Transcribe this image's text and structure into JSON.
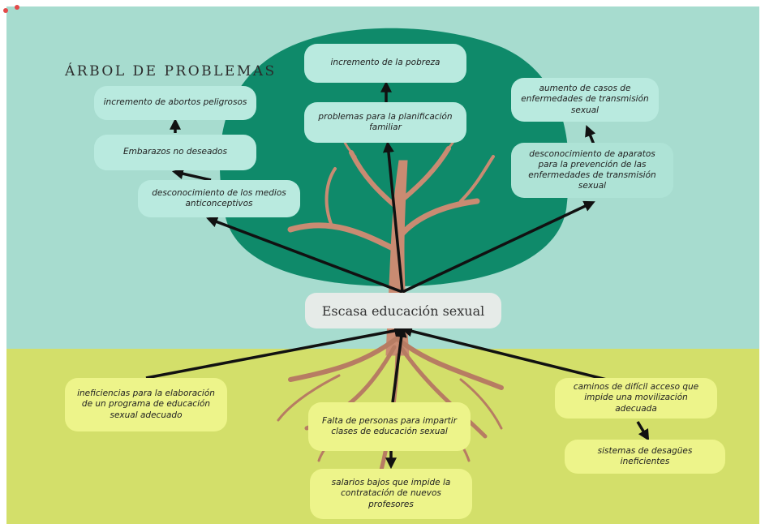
{
  "title": "ÁRBOL DE PROBLEMAS",
  "core_problem": "Escasa educación sexual",
  "effects": {
    "pobreza": "incremento de la pobreza",
    "planificacion": "problemas para la planificación familiar",
    "abortos": "incremento de abortos peligrosos",
    "embarazos": "Embarazos no deseados",
    "anticonceptivos": "desconocimiento de los medios anticonceptivos",
    "ets": "aumento de casos de enfermedades de transmisión sexual",
    "aparatos": "desconocimiento de aparatos para la prevención de las enfermedades de transmisión sexual"
  },
  "causes": {
    "programa": "ineficiencias para la elaboración de un programa de educación sexual adecuado",
    "personas": "Falta de personas para impartir clases de educación sexual",
    "salarios": "salarios bajos que impide la contratación de nuevos profesores",
    "caminos": "caminos de difícil acceso que impide una movilización adecuada",
    "desagues": "sistemas de desagües ineficientes"
  },
  "colors": {
    "sky": "#a7dccf",
    "ground": "#d3df6a",
    "canopy": "#0f8a6a",
    "trunk": "#c98b72",
    "effect_box": "#b9eadf",
    "cause_box": "#edf48a",
    "core_box": "#e6ebe8"
  }
}
